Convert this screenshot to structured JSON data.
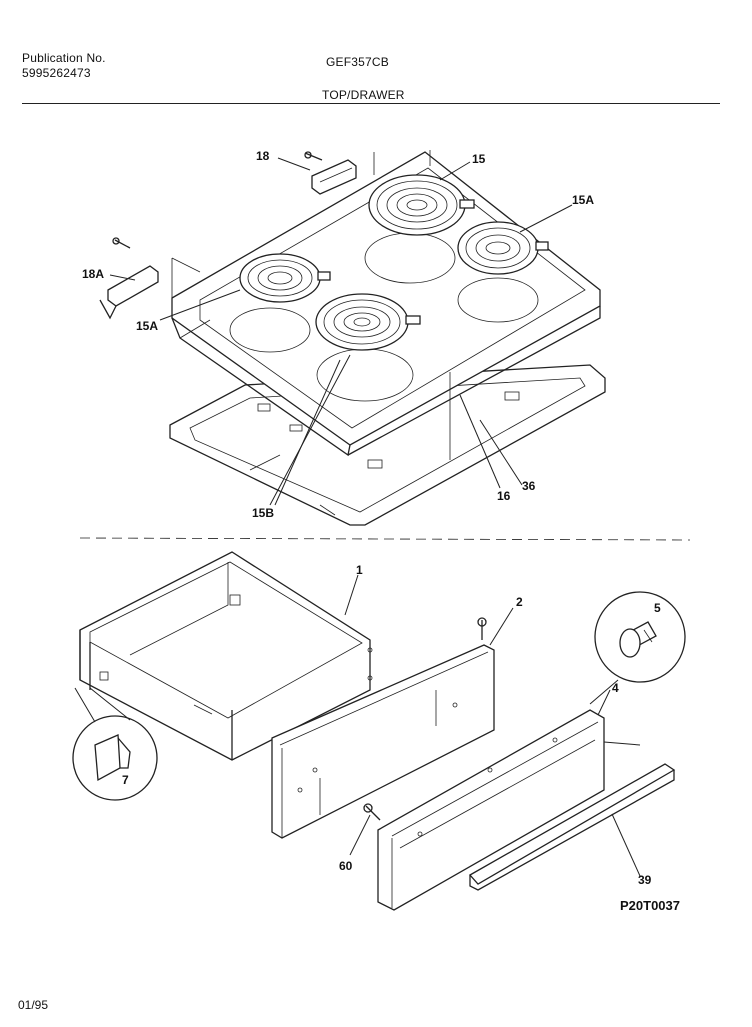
{
  "header": {
    "publication_label": "Publication No.",
    "publication_number": "5995262473",
    "model": "GEF357CB",
    "section_title": "TOP/DRAWER"
  },
  "callouts": {
    "top": [
      "18",
      "15",
      "15A",
      "18A",
      "15A",
      "15B",
      "16",
      "36"
    ],
    "drawer": [
      "1",
      "2",
      "5",
      "4",
      "7",
      "60",
      "39"
    ]
  },
  "figure_code": "P20T0037",
  "date_code": "01/95"
}
